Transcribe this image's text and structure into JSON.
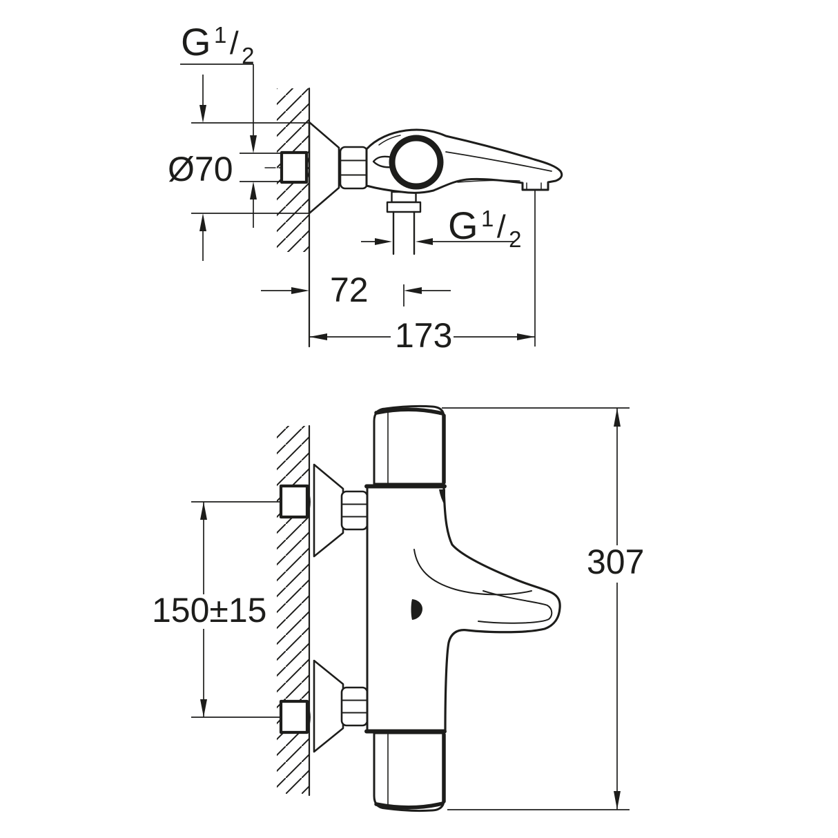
{
  "drawing": {
    "description_colors": {
      "ink": "#1d1d1b",
      "background": "#ffffff"
    }
  },
  "dimensions": {
    "inlet_thread": {
      "prefix": "G",
      "numerator": "1",
      "slash": "/",
      "denominator": "2"
    },
    "escutcheon_diameter": "Ø70",
    "wall_to_shower_outlet": "72",
    "outlet_thread": {
      "prefix": "G",
      "numerator": "1",
      "slash": "/",
      "denominator": "2"
    },
    "wall_to_spout": "173",
    "inlet_spacing": "150±15",
    "overall_height": "307"
  }
}
